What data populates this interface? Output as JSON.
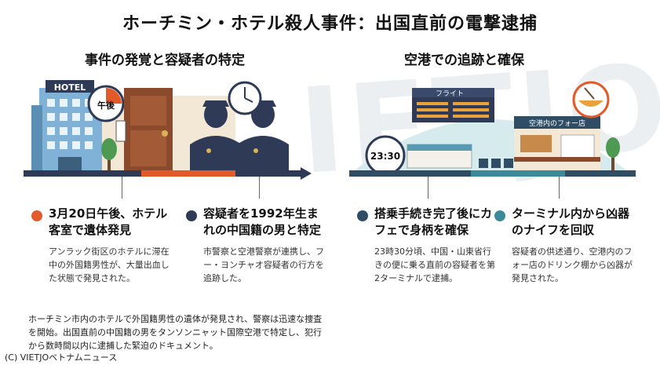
{
  "title": "ホーチミン・ホテル殺人事件：出国直前の電撃逮捕",
  "sections": {
    "left_title": "事件の発覚と容疑者の特定",
    "right_title": "空港での追跡と確保"
  },
  "watermark": "VIETJO",
  "scene_labels": {
    "hotel_sign": "HOTEL",
    "clock_label": "午後",
    "flight_board": "フライト",
    "airport_time": "23:30",
    "shop_sign": "空港内のフォー店"
  },
  "items": [
    {
      "head": "3月20日午後、ホテル客室で遺体発見",
      "body": "アンラック街区のホテルに滞在中の外国籍男性が、大量出血した状態で発見された。",
      "color": "#e25a2a"
    },
    {
      "head": "容疑者を1992年生まれの中国籍の男と特定",
      "body": "市警察と空港警察が連携し、フー・ヨンチャオ容疑者の行方を追跡した。",
      "color": "#2f3b56"
    },
    {
      "head": "搭乗手続き完了後にカフェで身柄を確保",
      "body": "23時30分頃、中国・山東省行きの便に乗る直前の容疑者を第2ターミナルで逮捕。",
      "color": "#2f4e66"
    },
    {
      "head": "ターミナル内から凶器のナイフを回収",
      "body": "容疑者の供述通り、空港内のフォー店のドリンク棚から凶器が発見された。",
      "color": "#3a8a9a"
    }
  ],
  "footer": "ホーチミン市内のホテルで外国籍男性の遺体が発見され、警察は迅速な捜査を開始。出国直前の中国籍の男をタンソンニャット国際空港で特定し、犯行から数時間以内に逮捕した緊迫のドキュメント。",
  "credit": "(C) VIETJOベトナムニュース"
}
